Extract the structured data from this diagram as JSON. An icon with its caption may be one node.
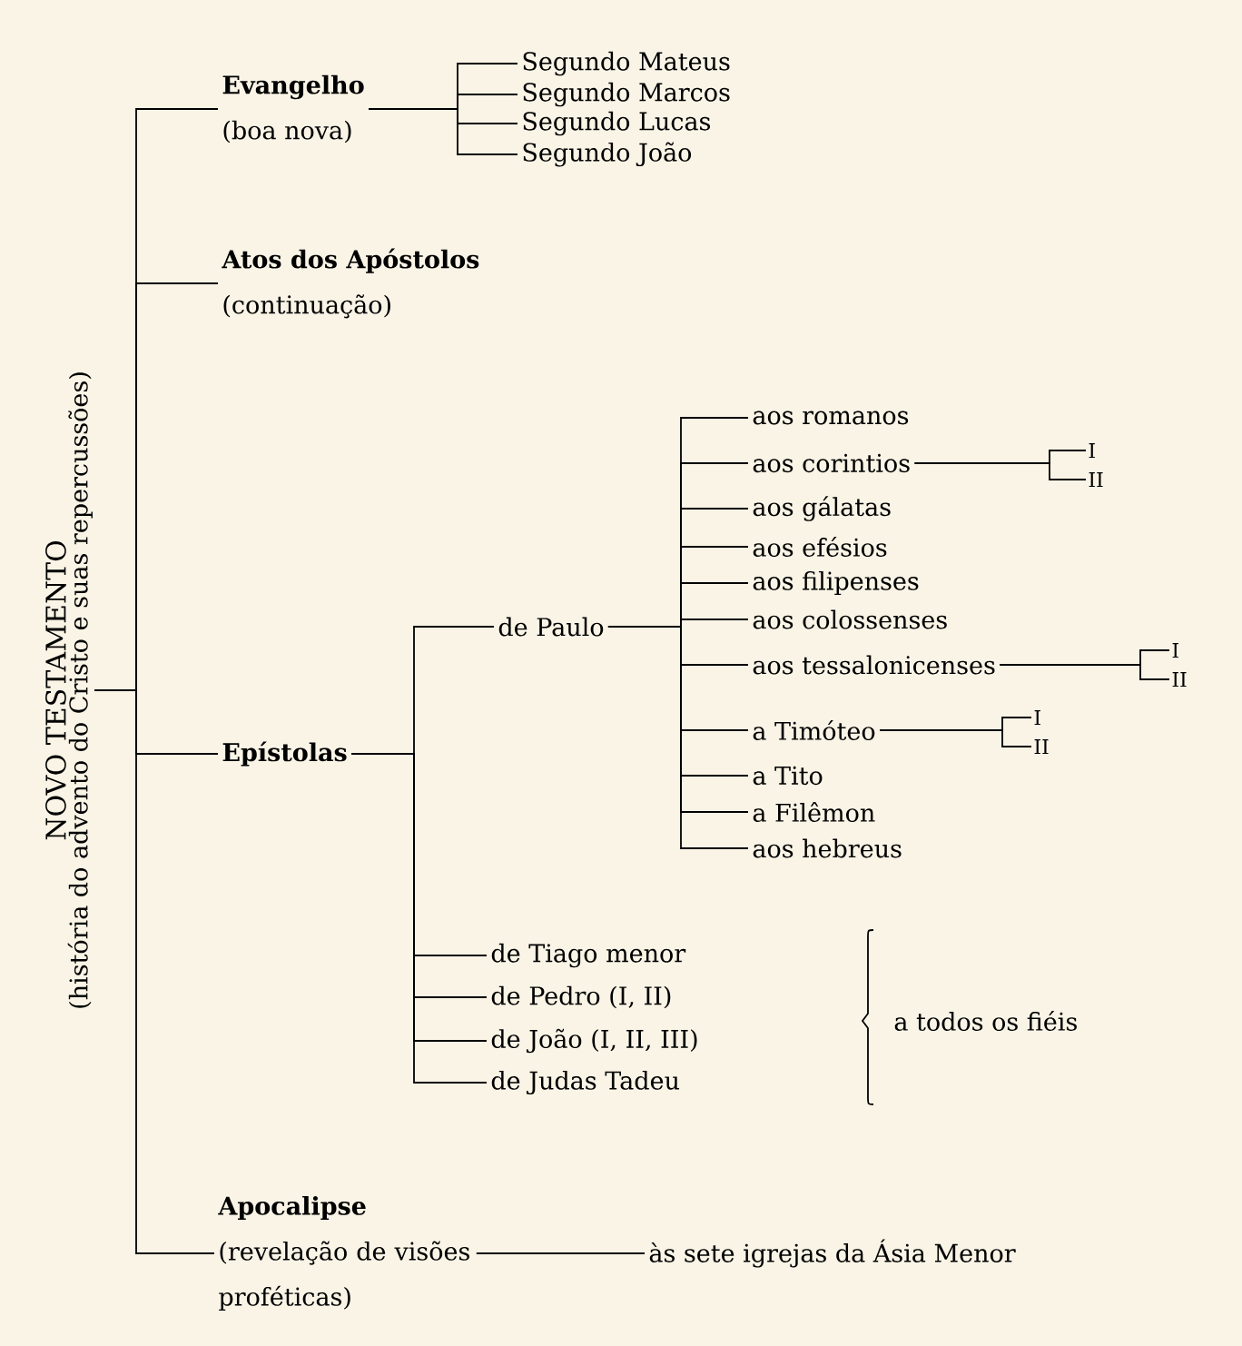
{
  "diagram": {
    "nodes": [
      {
        "text": [
          "NOVO TESTAMENTO",
          "(história do advento do Cristo e suas repercussões)"
        ]
      },
      {
        "text": [
          "Evangelho",
          "(boa nova)"
        ]
      },
      {
        "text": [
          "Segundo Mateus"
        ]
      },
      {
        "text": [
          "Segundo Marcos"
        ]
      },
      {
        "text": [
          "Segundo Lucas"
        ]
      },
      {
        "text": [
          "Segundo João"
        ]
      },
      {
        "text": [
          "Atos dos Apóstolos",
          "(continuação)"
        ]
      },
      {
        "text": [
          "Epístolas"
        ]
      },
      {
        "text": [
          "de Paulo"
        ]
      },
      {
        "text": [
          "aos romanos"
        ]
      },
      {
        "text": [
          "aos corintios"
        ]
      },
      {
        "text": [
          "I"
        ]
      },
      {
        "text": [
          "II"
        ]
      },
      {
        "text": [
          "aos gálatas"
        ]
      },
      {
        "text": [
          "aos efésios"
        ]
      },
      {
        "text": [
          "aos filipenses"
        ]
      },
      {
        "text": [
          "aos colossenses"
        ]
      },
      {
        "text": [
          "aos tessalonicenses"
        ]
      },
      {
        "text": [
          "I"
        ]
      },
      {
        "text": [
          "II"
        ]
      },
      {
        "text": [
          "a Timóteo"
        ]
      },
      {
        "text": [
          "I"
        ]
      },
      {
        "text": [
          "II"
        ]
      },
      {
        "text": [
          "a Tito"
        ]
      },
      {
        "text": [
          "a Filêmon"
        ]
      },
      {
        "text": [
          "aos hebreus"
        ]
      },
      {
        "text": [
          "de Tiago menor"
        ]
      },
      {
        "text": [
          "de Pedro (I, II)"
        ]
      },
      {
        "text": [
          "de João (I, II, III)"
        ]
      },
      {
        "text": [
          "de Judas Tadeu"
        ]
      },
      {
        "text": [
          "Apocalipse",
          "(revelação de visões proféticas)"
        ]
      },
      {
        "text": [
          "às sete igrejas da Ásia Menor"
        ]
      }
    ],
    "edges": [
      {
        "from": 0,
        "to": 1,
        "arrow": "none"
      },
      {
        "from": 0,
        "to": 6,
        "arrow": "none"
      },
      {
        "from": 0,
        "to": 7,
        "arrow": "none"
      },
      {
        "from": 0,
        "to": 30,
        "arrow": "none"
      },
      {
        "from": 1,
        "to": 2,
        "arrow": "none"
      },
      {
        "from": 1,
        "to": 3,
        "arrow": "none"
      },
      {
        "from": 1,
        "to": 4,
        "arrow": "none"
      },
      {
        "from": 1,
        "to": 5,
        "arrow": "none"
      },
      {
        "from": 7,
        "to": 8,
        "arrow": "none"
      },
      {
        "from": 7,
        "to": 26,
        "arrow": "none"
      },
      {
        "from": 7,
        "to": 27,
        "arrow": "none"
      },
      {
        "from": 7,
        "to": 28,
        "arrow": "none"
      },
      {
        "from": 7,
        "to": 29,
        "arrow": "none"
      },
      {
        "from": 8,
        "to": 9,
        "arrow": "none"
      },
      {
        "from": 8,
        "to": 10,
        "arrow": "none"
      },
      {
        "from": 8,
        "to": 13,
        "arrow": "none"
      },
      {
        "from": 8,
        "to": 14,
        "arrow": "none"
      },
      {
        "from": 8,
        "to": 15,
        "arrow": "none"
      },
      {
        "from": 8,
        "to": 16,
        "arrow": "none"
      },
      {
        "from": 8,
        "to": 17,
        "arrow": "none"
      },
      {
        "from": 8,
        "to": 20,
        "arrow": "none"
      },
      {
        "from": 8,
        "to": 23,
        "arrow": "none"
      },
      {
        "from": 8,
        "to": 24,
        "arrow": "none"
      },
      {
        "from": 8,
        "to": 25,
        "arrow": "none"
      },
      {
        "from": 10,
        "to": 11,
        "arrow": "none"
      },
      {
        "from": 10,
        "to": 12,
        "arrow": "none"
      },
      {
        "from": 17,
        "to": 18,
        "arrow": "none"
      },
      {
        "from": 17,
        "to": 19,
        "arrow": "none"
      },
      {
        "from": 20,
        "to": 21,
        "arrow": "none"
      },
      {
        "from": 20,
        "to": 22,
        "arrow": "none"
      },
      {
        "from": 30,
        "to": 31,
        "arrow": "none"
      }
    ],
    "labels": [
      "a todos os fiéis"
    ]
  }
}
